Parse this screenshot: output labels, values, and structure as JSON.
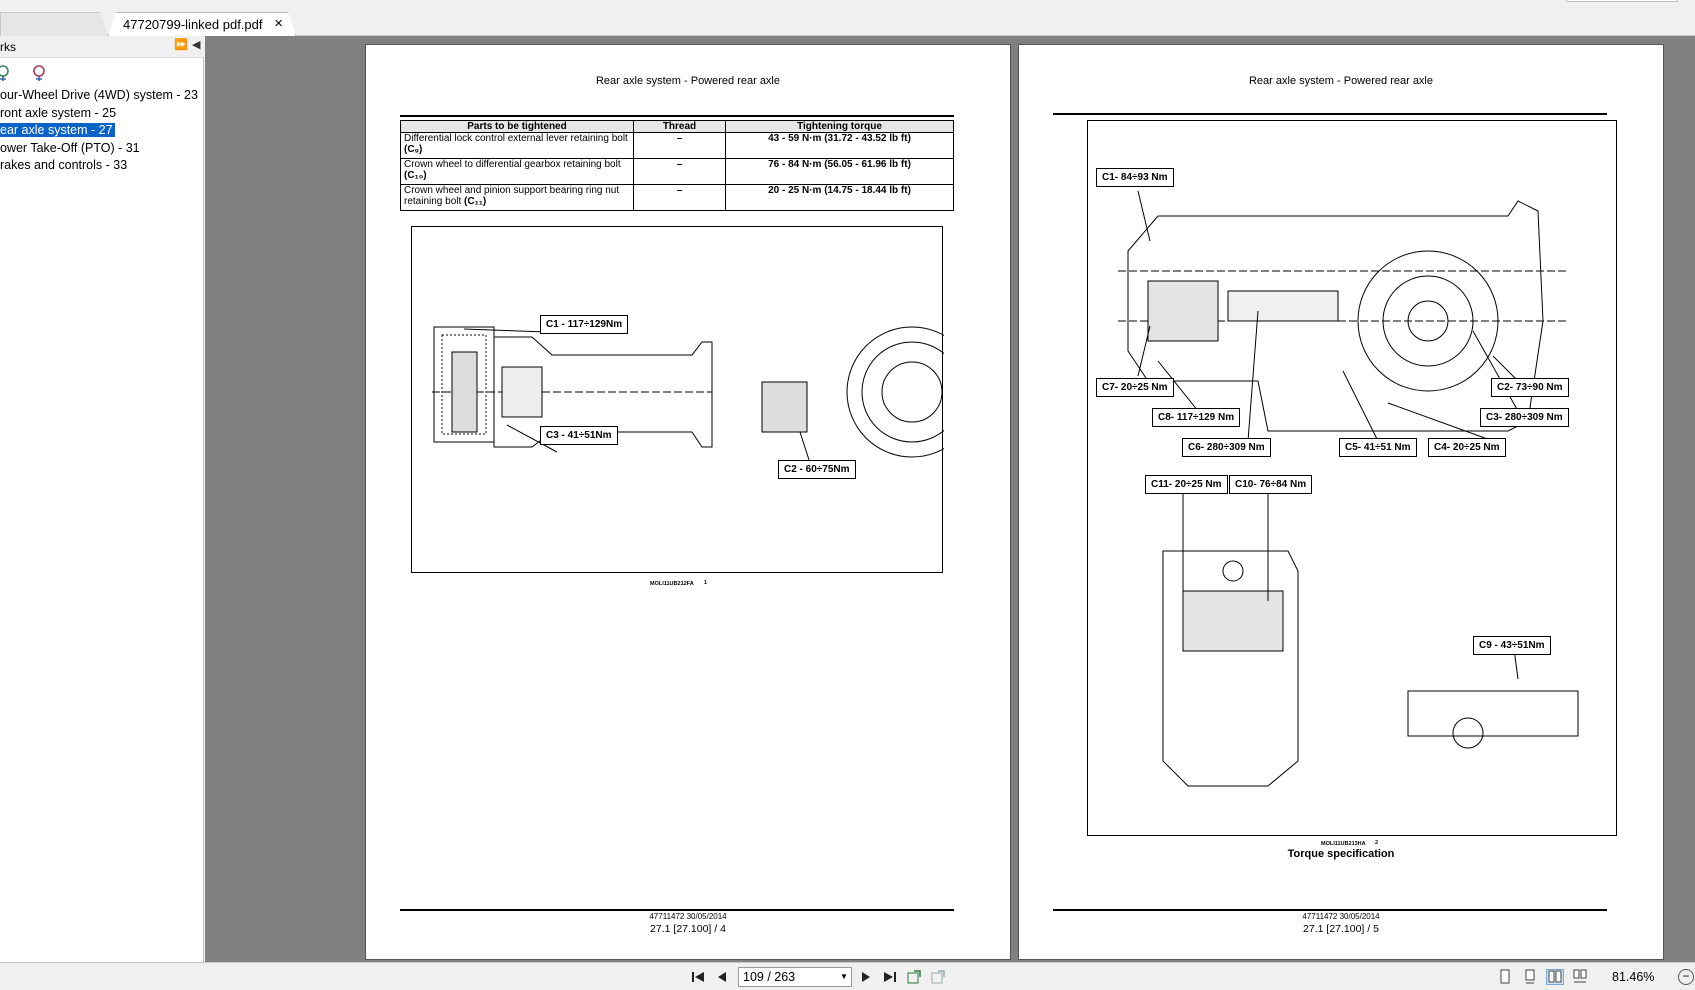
{
  "tabs": {
    "inactive_label": "",
    "active_label": "47720799-linked pdf.pdf",
    "close_glyph": "×"
  },
  "sidebar": {
    "header_label": "rks",
    "expand_glyph": "⏩",
    "collapse_glyph": "◀",
    "bookmarks": [
      {
        "label": "our-Wheel Drive (4WD) system - 23",
        "selected": false
      },
      {
        "label": "ront axle system - 25",
        "selected": false
      },
      {
        "label": "ear axle system - 27",
        "selected": true
      },
      {
        "label": "ower Take-Off (PTO) - 31",
        "selected": false
      },
      {
        "label": "rakes and controls - 33",
        "selected": false
      }
    ]
  },
  "left_page": {
    "header": "Rear axle system - Powered rear axle",
    "table": {
      "headers": [
        "Parts to be tightened",
        "Thread",
        "Tightening torque"
      ],
      "rows": [
        {
          "part": "Differential lock control external lever retaining bolt",
          "code": "(C₉)",
          "thread": "–",
          "torque": "43 - 59 N·m (31.72 - 43.52 lb ft)"
        },
        {
          "part": "Crown wheel to differential gearbox retaining bolt",
          "code": "(C₁₀)",
          "thread": "–",
          "torque": "76 - 84 N·m (56.05 - 61.96 lb ft)"
        },
        {
          "part": "Crown wheel and pinion support bearing ring nut retaining bolt",
          "code": "(C₁₁)",
          "thread": "–",
          "torque": "20 - 25 N·m (14.75 - 18.44 lb ft)"
        }
      ]
    },
    "callouts": {
      "c1": "C1 - 117÷129Nm",
      "c3": "C3 - 41÷51Nm",
      "c2": "C2 - 60÷75Nm"
    },
    "figure_code": "MOLI11UB212FA",
    "figure_number": "1",
    "footer_doc": "47711472 30/05/2014",
    "footer_page": "27.1 [27.100] / 4"
  },
  "right_page": {
    "header": "Rear axle system - Powered rear axle",
    "callouts": {
      "c1": "C1- 84÷93 Nm",
      "c7": "C7- 20÷25 Nm",
      "c8": "C8- 117÷129 Nm",
      "c6": "C6- 280÷309 Nm",
      "c5": "C5- 41÷51 Nm",
      "c4": "C4- 20÷25 Nm",
      "c2": "C2- 73÷90 Nm",
      "c3": "C3- 280÷309 Nm",
      "c11": "C11- 20÷25 Nm",
      "c10": "C10- 76÷84 Nm",
      "c9": "C9 - 43÷51Nm"
    },
    "figure_code": "MOLI11UB213HA",
    "figure_number": "2",
    "caption": "Torque specification",
    "footer_doc": "47711472 30/05/2014",
    "footer_page": "27.1 [27.100] / 5"
  },
  "bottombar": {
    "page_value": "109 / 263",
    "zoom": "81.46%"
  },
  "colors": {
    "selection": "#0a64c8",
    "viewer_bg": "#808080",
    "chrome": "#f0f0f0"
  }
}
